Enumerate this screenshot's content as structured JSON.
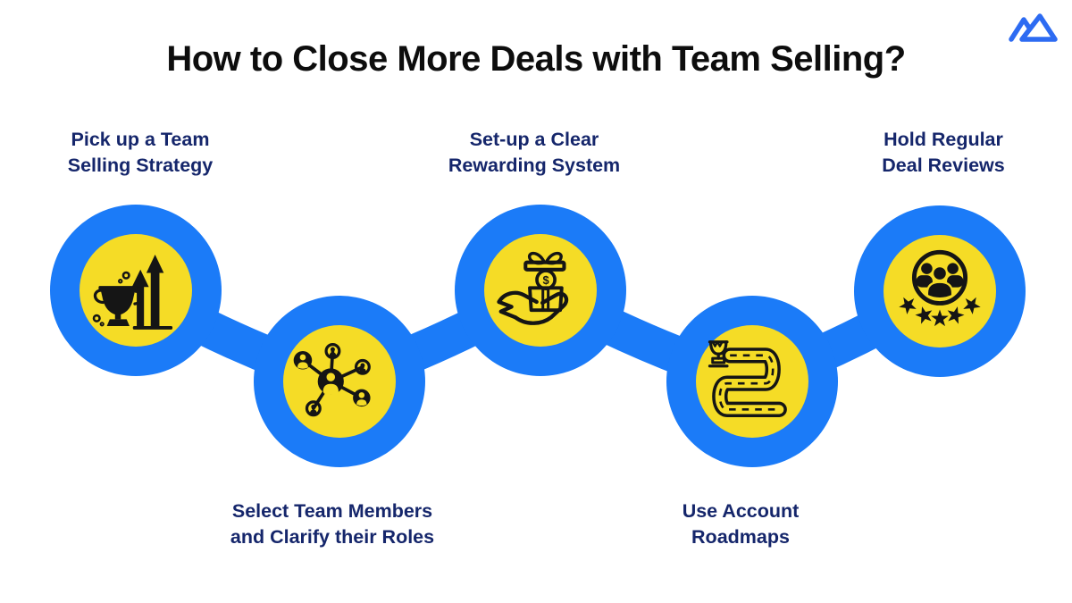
{
  "header": {
    "title": "How to Close More Deals with Team Selling?"
  },
  "brand": {
    "logo_icon": "mountain-peaks-logo"
  },
  "colors": {
    "ring_blue": "#1b7bf8",
    "disc_yellow": "#f5dc26",
    "label_navy": "#15266b",
    "title_black": "#0d0d0d",
    "logo_blue": "#2d6bf2",
    "icon_black": "#151515"
  },
  "steps": [
    {
      "id": 1,
      "position": "top",
      "icon": "trophy-growth-icon",
      "line1": "Pick up a Team",
      "line2": "Selling Strategy"
    },
    {
      "id": 2,
      "position": "bottom",
      "icon": "team-network-icon",
      "line1": "Select Team Members",
      "line2": "and Clarify their Roles"
    },
    {
      "id": 3,
      "position": "top",
      "icon": "gift-reward-icon",
      "line1": "Set-up a Clear",
      "line2": "Rewarding System"
    },
    {
      "id": 4,
      "position": "bottom",
      "icon": "account-roadmap-icon",
      "line1": "Use Account",
      "line2": "Roadmaps"
    },
    {
      "id": 5,
      "position": "top",
      "icon": "review-stars-icon",
      "line1": "Hold Regular",
      "line2": "Deal Reviews"
    }
  ],
  "icon_details": {
    "coin_symbol": "$"
  }
}
